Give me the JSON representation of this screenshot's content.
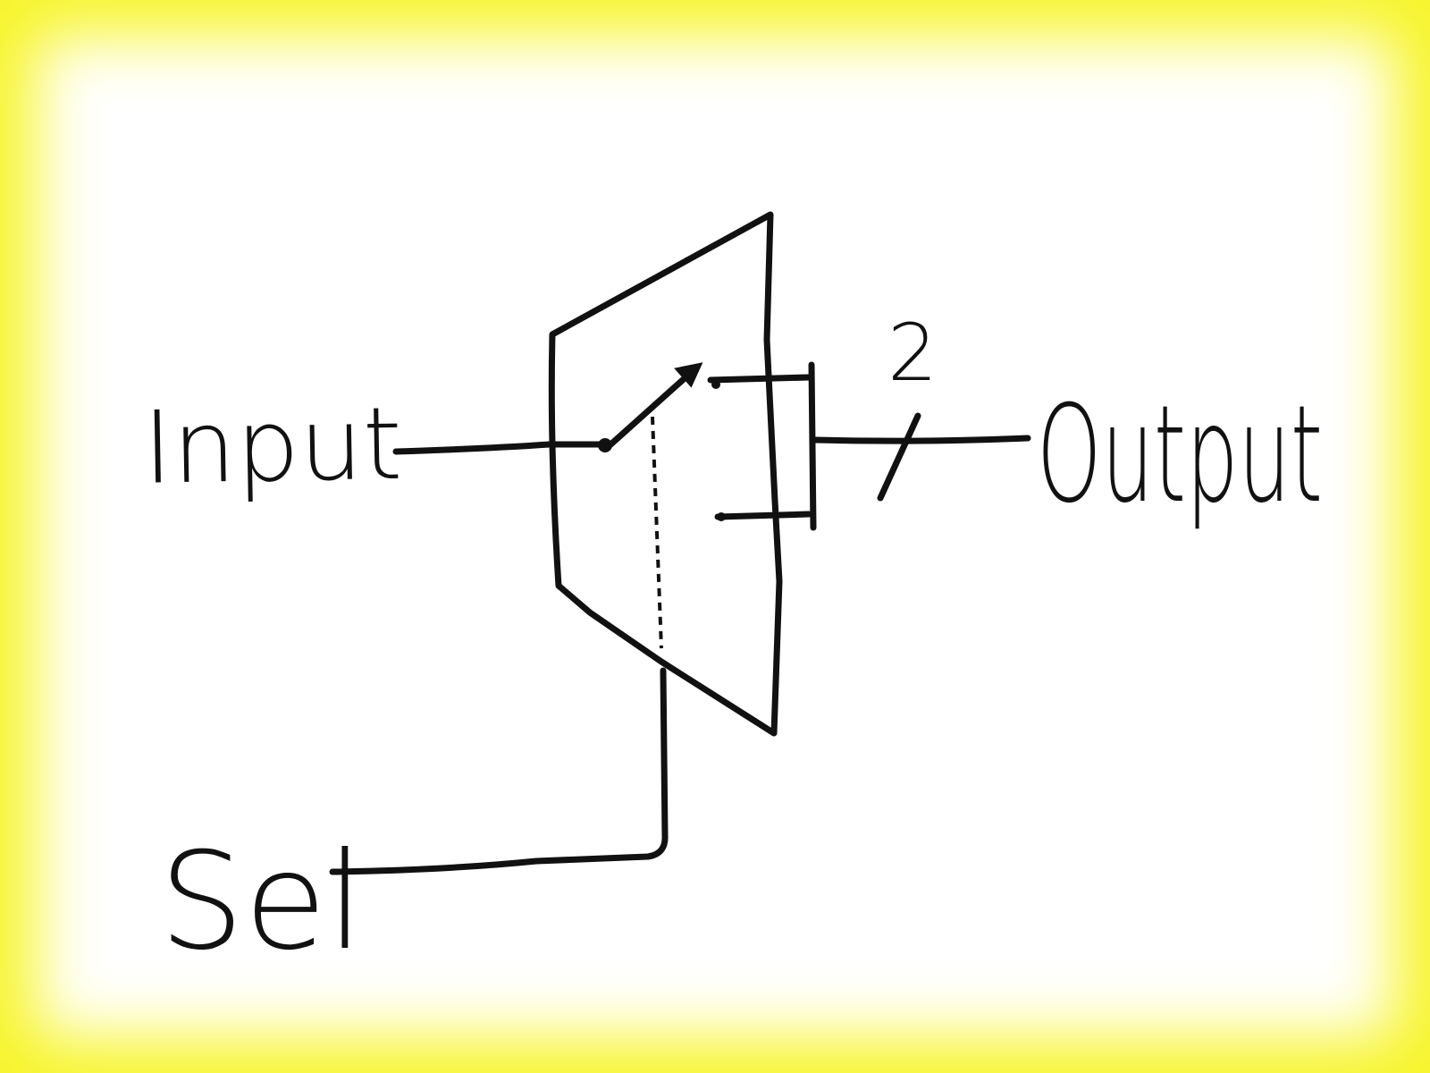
{
  "labels": {
    "input": "Input",
    "output": "Output",
    "select": "Sel",
    "bus_width": "2"
  },
  "colors": {
    "frame": "#f7f52a",
    "background": "#ffffff",
    "ink": "#111111"
  }
}
